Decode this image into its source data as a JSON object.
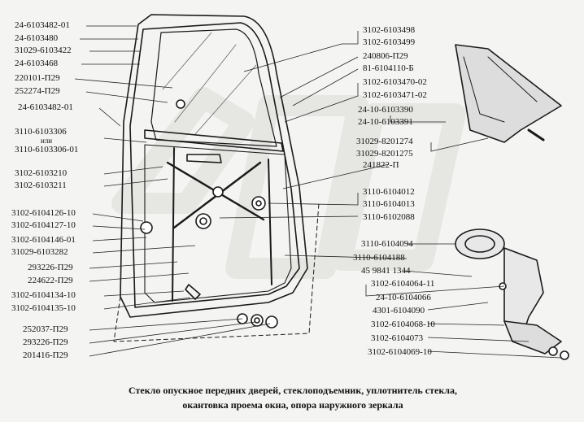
{
  "caption": {
    "line1": "Стекло опускное передних дверей, стеклоподъемник, уплотнитель стекла,",
    "line2": "окантовка проема окна, опора наружного зеркала"
  },
  "labels_left": [
    "24-6103482-01",
    "24-6103480",
    "31029-6103422",
    "24-6103468",
    "220101-П29",
    "252274-П29",
    "24-6103482-01",
    "3110-6103306",
    "или",
    "3110-6103306-01",
    "3102-6103210",
    "3102-6103211",
    "3102-6104126-10",
    "3102-6104127-10",
    "3102-6104146-01",
    "31029-6103282",
    "293226-П29",
    "224622-П29",
    "3102-6104134-10",
    "3102-6104135-10",
    "252037-П29",
    "293226-П29",
    "201416-П29"
  ],
  "labels_right": [
    "3102-6103498",
    "3102-6103499",
    "240806-П29",
    "81-6104110-Б",
    "3102-6103470-02",
    "3102-6103471-02",
    "24-10-6103390",
    "24-10-6103391",
    "31029-8201274",
    "31029-8201275",
    "241822-П",
    "3110-6104012",
    "3110-6104013",
    "3110-6102088",
    "3110-6104094",
    "3110-6104188",
    "45 9841 1344",
    "3102-6104064-11",
    "24-10-6104066",
    "4301-6104090",
    "3102-6104068-10",
    "3102-6104073",
    "3102-6104069-10"
  ]
}
